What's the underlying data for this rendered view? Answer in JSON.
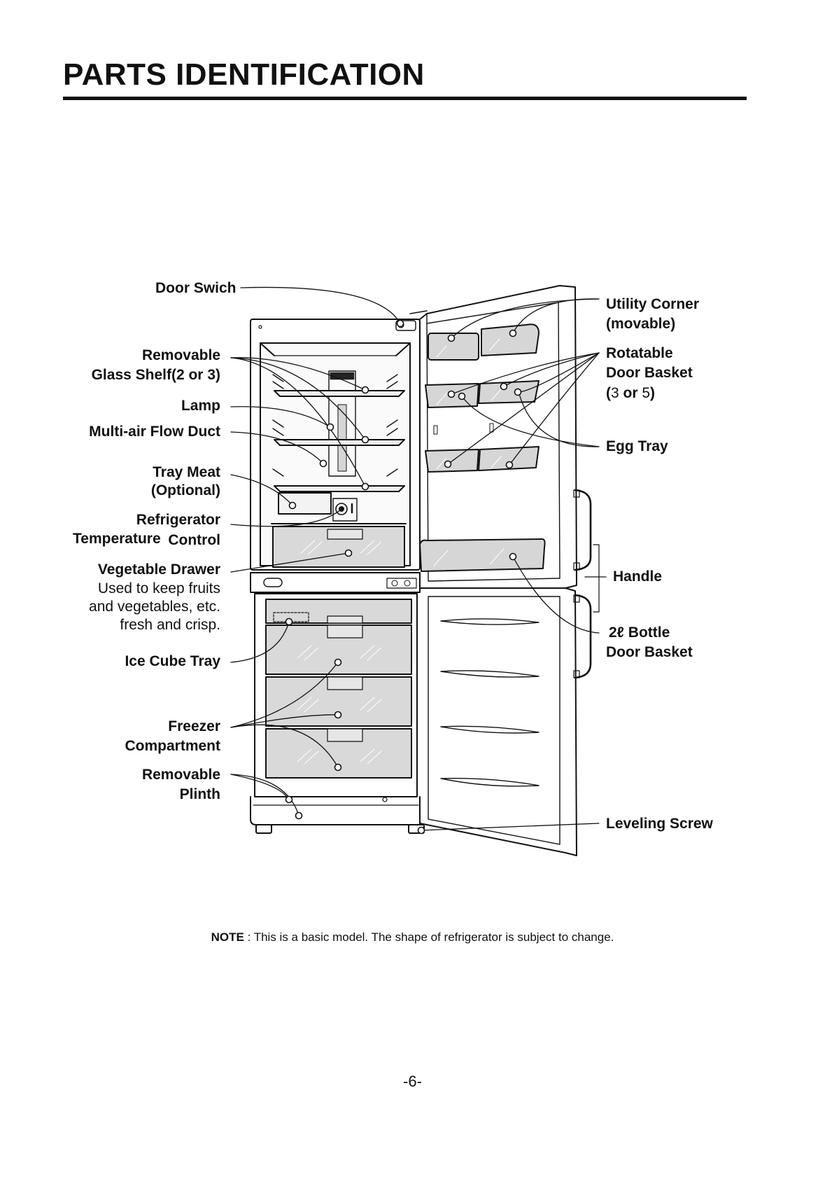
{
  "title": "PARTS IDENTIFICATION",
  "labels": {
    "door_switch": "Door Swich",
    "removable_glass_shelf_1": "Removable",
    "removable_glass_shelf_2": "Glass Shelf(2 or 3)",
    "lamp": "Lamp",
    "multi_air_flow_duct": "Multi-air Flow Duct",
    "tray_meat_1": "Tray Meat",
    "tray_meat_2": "(Optional)",
    "refrigerator_temp_1": "Refrigerator",
    "refrigerator_temp_2a": "Temperature",
    "refrigerator_temp_2b": "Control",
    "vegetable_drawer": "Vegetable Drawer",
    "vegetable_drawer_desc_1": "Used to keep fruits",
    "vegetable_drawer_desc_2": "and vegetables, etc.",
    "vegetable_drawer_desc_3": "fresh and crisp.",
    "ice_cube_tray": "Ice Cube Tray",
    "freezer_1": "Freezer",
    "freezer_2": "Compartment",
    "plinth_1": "Removable",
    "plinth_2": "Plinth",
    "utility_corner_1": "Utility Corner",
    "utility_corner_2": "(movable)",
    "rotatable_1": "Rotatable",
    "rotatable_2": "Door Basket",
    "rotatable_3_open": "(",
    "rotatable_3_a": "3",
    "rotatable_3_or": " or ",
    "rotatable_3_b": "5",
    "rotatable_3_close": ")",
    "egg_tray": "Egg Tray",
    "handle": "Handle",
    "bottle_1": "2ℓ Bottle",
    "bottle_2": "Door Basket",
    "leveling_screw": "Leveling Screw"
  },
  "note": {
    "bold": "NOTE",
    "text": " : This is a basic model. The shape of refrigerator is subject to change."
  },
  "page_number": "-6-"
}
